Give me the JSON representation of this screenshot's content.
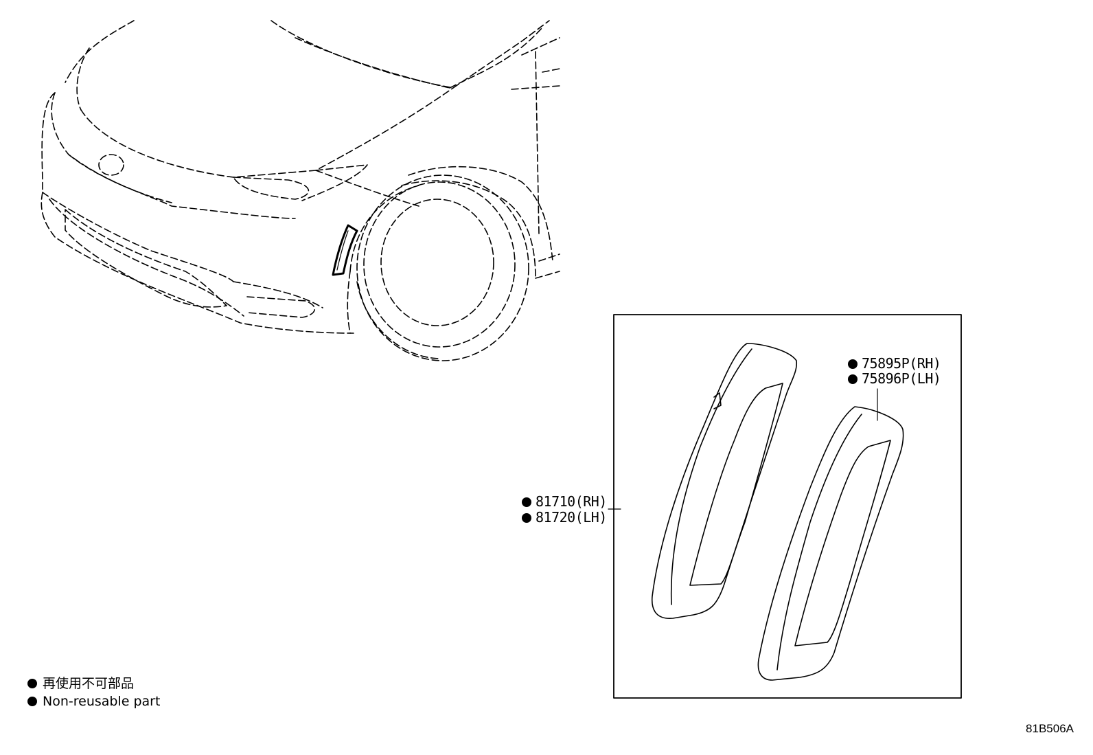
{
  "parts": {
    "side_marker_lamp": [
      {
        "bullet": "●",
        "number": "81710(RH)"
      },
      {
        "bullet": "●",
        "number": "81720(LH)"
      }
    ],
    "lamp_gasket": [
      {
        "bullet": "●",
        "number": "75895P(RH)"
      },
      {
        "bullet": "●",
        "number": "75896P(LH)"
      }
    ]
  },
  "legend": {
    "jp": "再使用不可部品",
    "en": "Non-reusable part"
  },
  "diagram_id": "81B506A",
  "colors": {
    "line": "#000000",
    "background": "#ffffff"
  }
}
